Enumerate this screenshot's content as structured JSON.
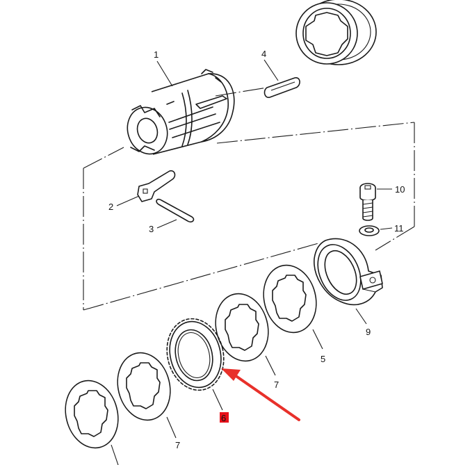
{
  "labels": {
    "p1": "1",
    "p2": "2",
    "p3": "3",
    "p4": "4",
    "p5": "5",
    "p6": "6",
    "p7a": "7",
    "p7b": "7",
    "p9": "9",
    "p10": "10",
    "p11": "11"
  },
  "highlight": {
    "target_part": "6",
    "marker_color": "#e8101a",
    "arrow_color": "#e8302a"
  }
}
